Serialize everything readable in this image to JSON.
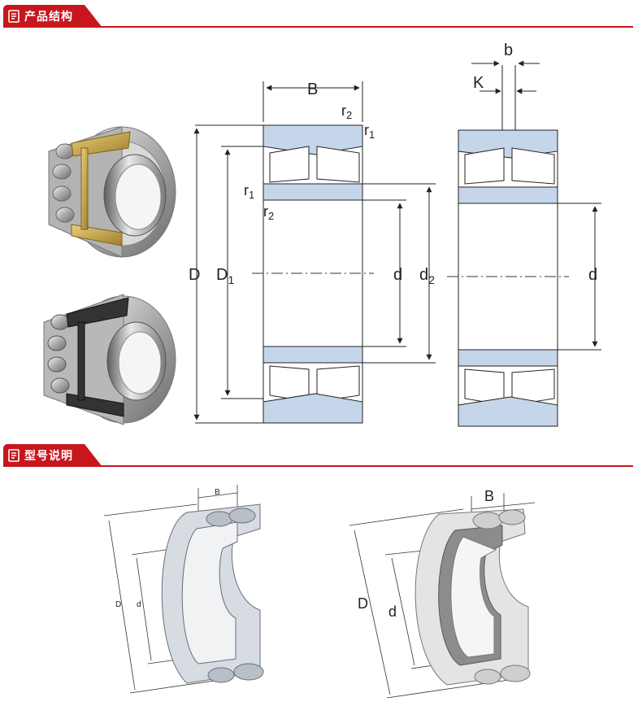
{
  "sections": [
    {
      "title": "产品结构",
      "icon": "document-icon"
    },
    {
      "title": "型号说明",
      "icon": "document-icon"
    }
  ],
  "diagram_labels": {
    "B": "B",
    "r2": "r",
    "r2_sub": "2",
    "r1": "r",
    "r1_sub": "1",
    "D": "D",
    "D1": "D",
    "D1_sub": "1",
    "d": "d",
    "d2": "d",
    "d2_sub": "2",
    "b": "b",
    "K": "K"
  },
  "model_labels": {
    "B": "B",
    "D": "D",
    "d": "d"
  },
  "colors": {
    "accent": "#c8161d",
    "ring_fill": "#c5d6ea",
    "line": "#222222"
  }
}
